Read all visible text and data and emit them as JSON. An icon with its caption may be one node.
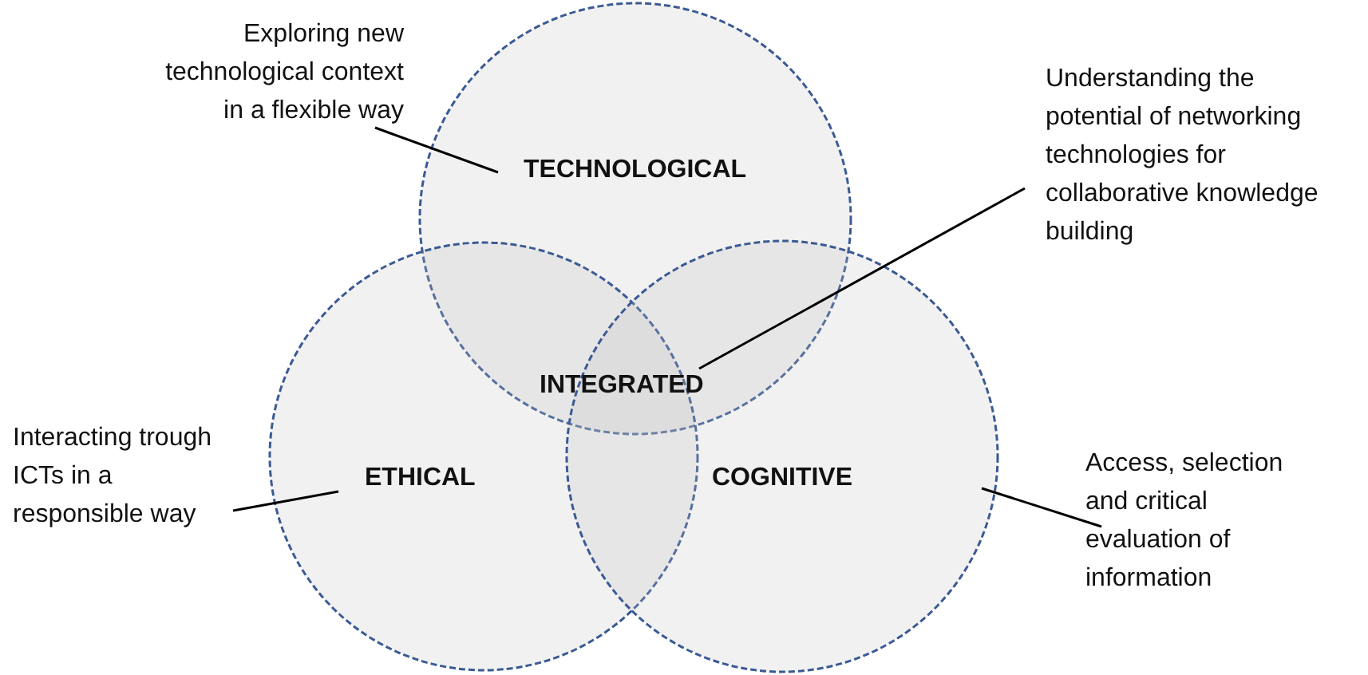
{
  "diagram": {
    "nodes": [
      {
        "text": [
          "Exploring new technological context in a flexible way"
        ]
      },
      {
        "text": [
          "Understanding the potential of networking technologies for collaborative knowledge building"
        ]
      },
      {
        "text": [
          "TECHNOLOGICAL"
        ]
      },
      {
        "text": [
          "INTEGRATED"
        ]
      },
      {
        "text": [
          "Interacting trough ICTs in a responsible way"
        ]
      },
      {
        "text": [
          "ETHICAL"
        ]
      },
      {
        "text": [
          "COGNITIVE"
        ]
      },
      {
        "text": [
          "Access, selection and critical evaluation of information"
        ]
      }
    ],
    "edges": [
      {
        "from": 0,
        "to": 2,
        "arrow": "none"
      },
      {
        "from": 1,
        "to": 3,
        "arrow": "none"
      },
      {
        "from": 4,
        "to": 5,
        "arrow": "none"
      },
      {
        "from": 7,
        "to": 6,
        "arrow": "none"
      }
    ]
  }
}
